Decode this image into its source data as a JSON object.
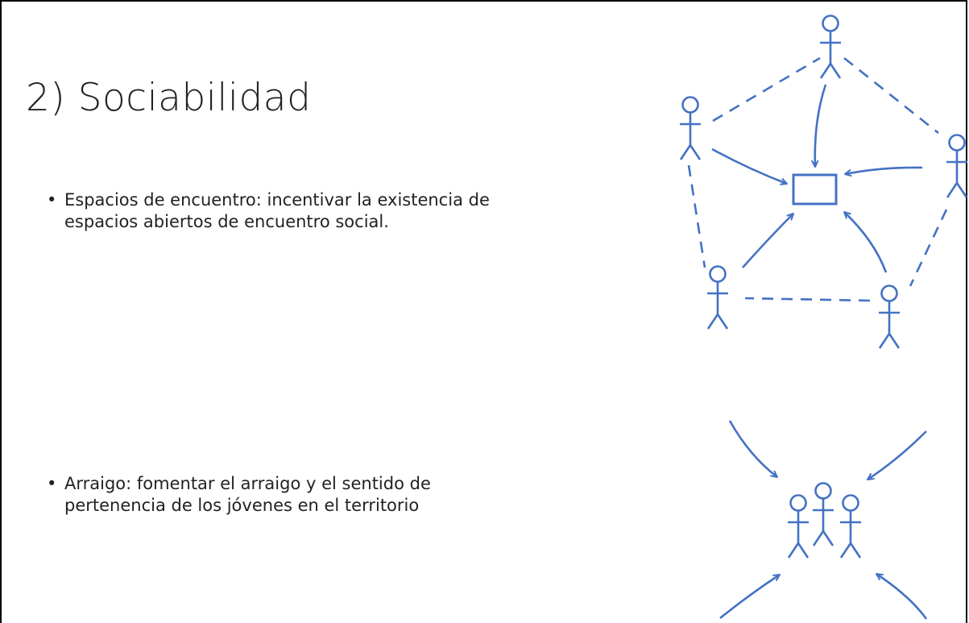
{
  "slide": {
    "title": "2) Sociabilidad",
    "bullets": [
      {
        "marker": "•",
        "text": "Espacios de encuentro: incentivar la existencia de espacios abiertos de encuentro social."
      },
      {
        "marker": "•",
        "text": "Arraigo: fomentar el arraigo y el sentido de pertenencia de los jóvenes en el territorio"
      }
    ]
  },
  "colors": {
    "accent": "#4472C4",
    "text": "#222222",
    "border": "#000000"
  },
  "icons": {
    "network": "stick-figure-network-icon",
    "group": "stick-figure-group-icon"
  }
}
